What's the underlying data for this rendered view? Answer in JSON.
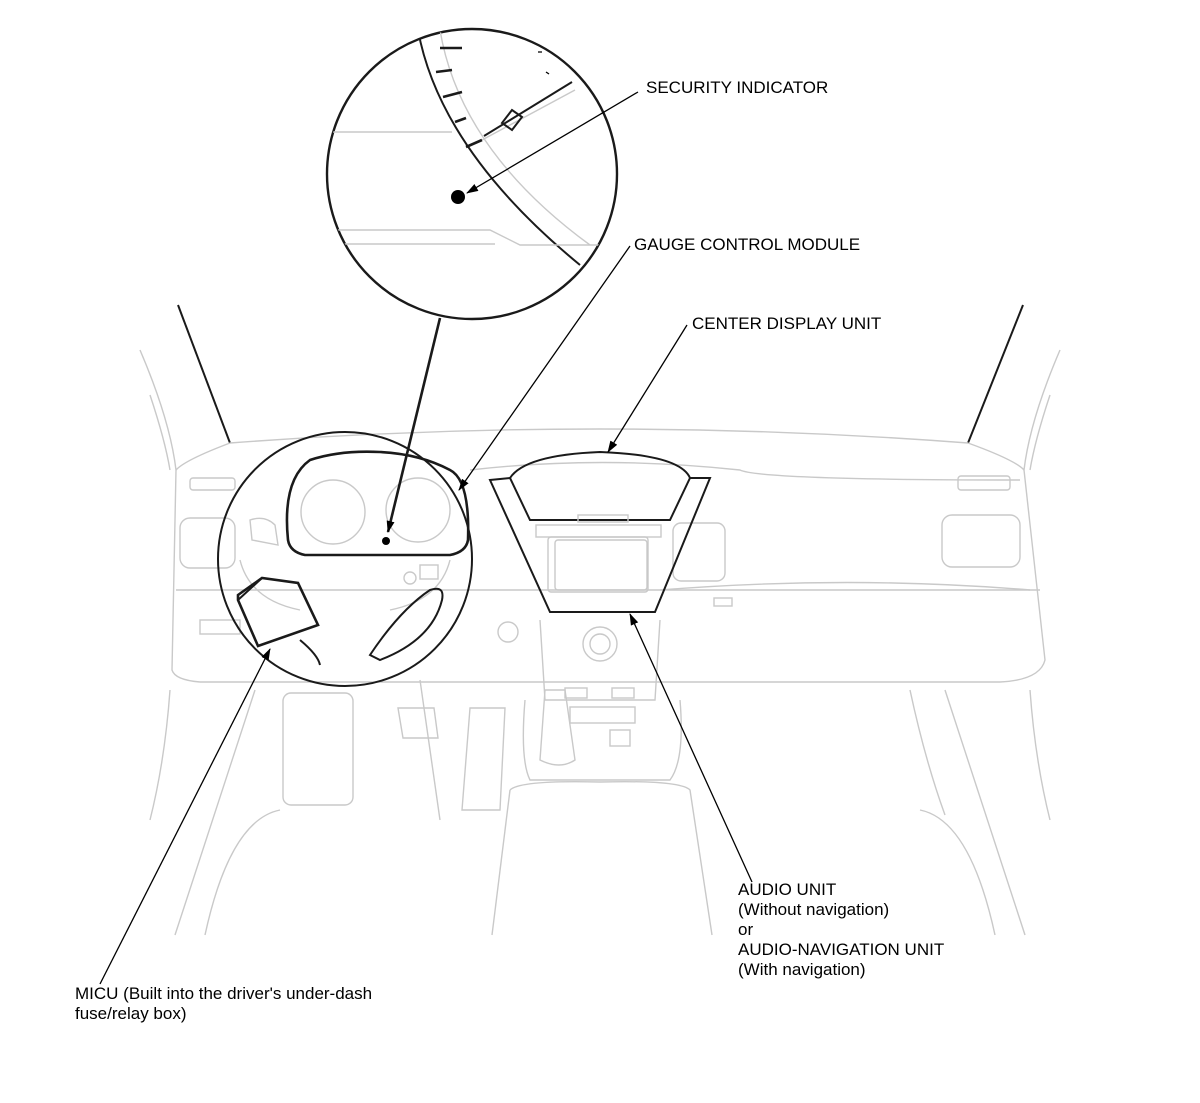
{
  "labels": {
    "security_indicator": "SECURITY INDICATOR",
    "gauge_control_module": "GAUGE CONTROL MODULE",
    "center_display_unit": "CENTER DISPLAY UNIT",
    "audio_unit": {
      "line1": "AUDIO UNIT",
      "line2": "(Without navigation)",
      "line3": "or",
      "line4": "AUDIO-NAVIGATION UNIT",
      "line5": "(With navigation)"
    },
    "micu": {
      "line1": "MICU (Built into the driver's under-dash",
      "line2": "fuse/relay box)"
    }
  },
  "icons": [
    "dashboard-illustration",
    "gauge-detail-magnifier-icon"
  ]
}
